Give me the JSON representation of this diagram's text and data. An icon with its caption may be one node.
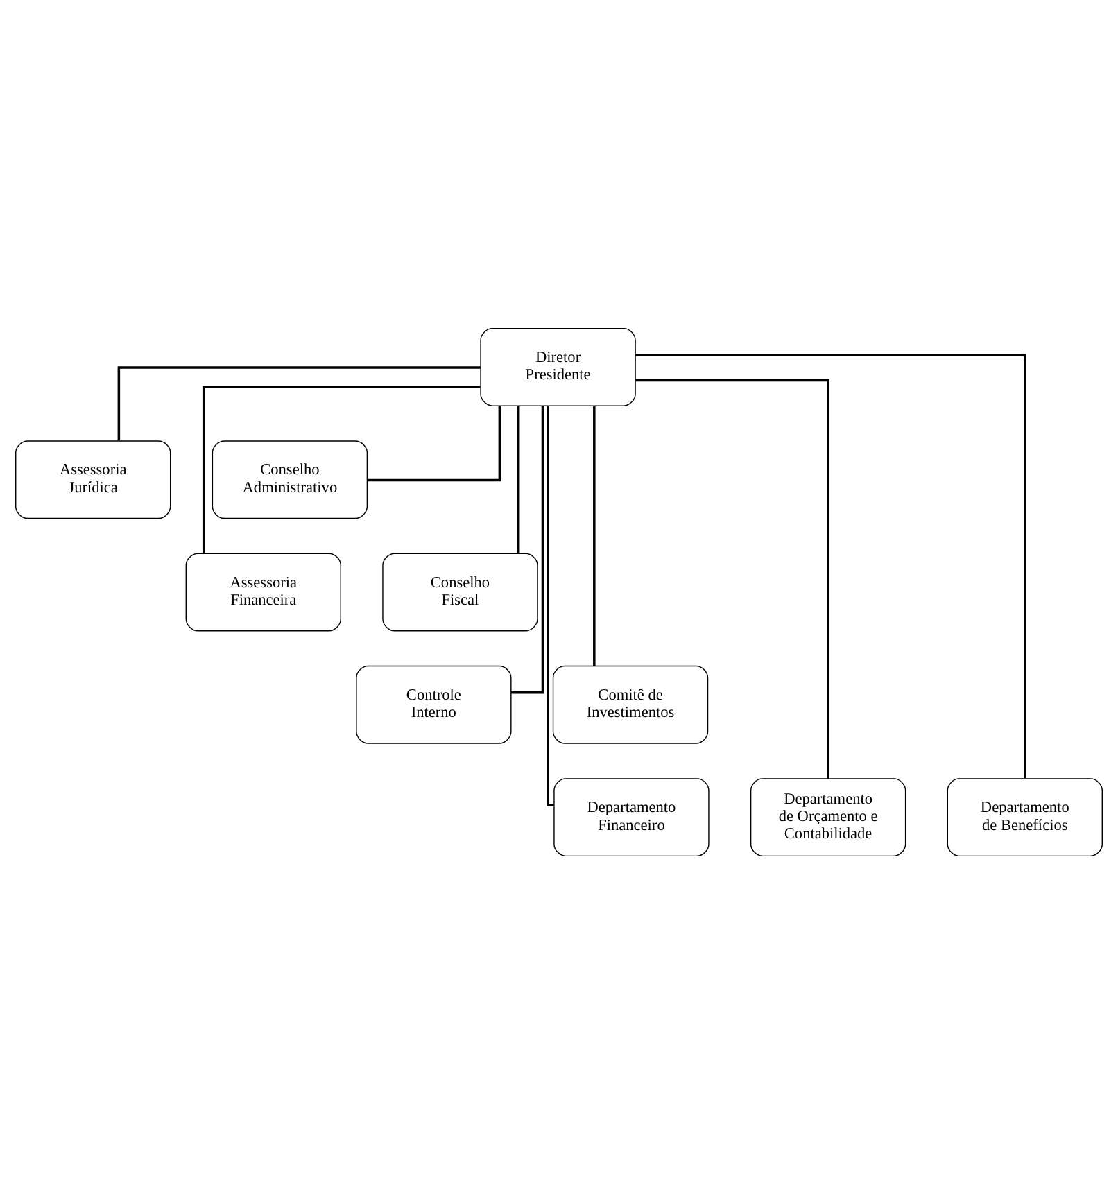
{
  "diagram": {
    "nodes": [
      {
        "text": [
          "Diretor Presidente"
        ]
      },
      {
        "text": [
          "Assessoria Jurídica"
        ]
      },
      {
        "text": [
          "Conselho Administrativo"
        ]
      },
      {
        "text": [
          "Assessoria Financeira"
        ]
      },
      {
        "text": [
          "Conselho Fiscal"
        ]
      },
      {
        "text": [
          "Controle Interno"
        ]
      },
      {
        "text": [
          "Comitê de Investimentos"
        ]
      },
      {
        "text": [
          "Departamento Financeiro"
        ]
      },
      {
        "text": [
          "Departamento de Orçamento e Contabilidade"
        ]
      },
      {
        "text": [
          "Departamento de Benefícios"
        ]
      }
    ],
    "edges": [
      {
        "from": 0,
        "to": 1,
        "arrow": "none"
      },
      {
        "from": 0,
        "to": 2,
        "arrow": "none"
      },
      {
        "from": 0,
        "to": 3,
        "arrow": "none"
      },
      {
        "from": 0,
        "to": 4,
        "arrow": "none"
      },
      {
        "from": 0,
        "to": 5,
        "arrow": "none"
      },
      {
        "from": 0,
        "to": 6,
        "arrow": "none"
      },
      {
        "from": 0,
        "to": 7,
        "arrow": "none"
      },
      {
        "from": 0,
        "to": 8,
        "arrow": "none"
      },
      {
        "from": 0,
        "to": 9,
        "arrow": "none"
      }
    ]
  }
}
